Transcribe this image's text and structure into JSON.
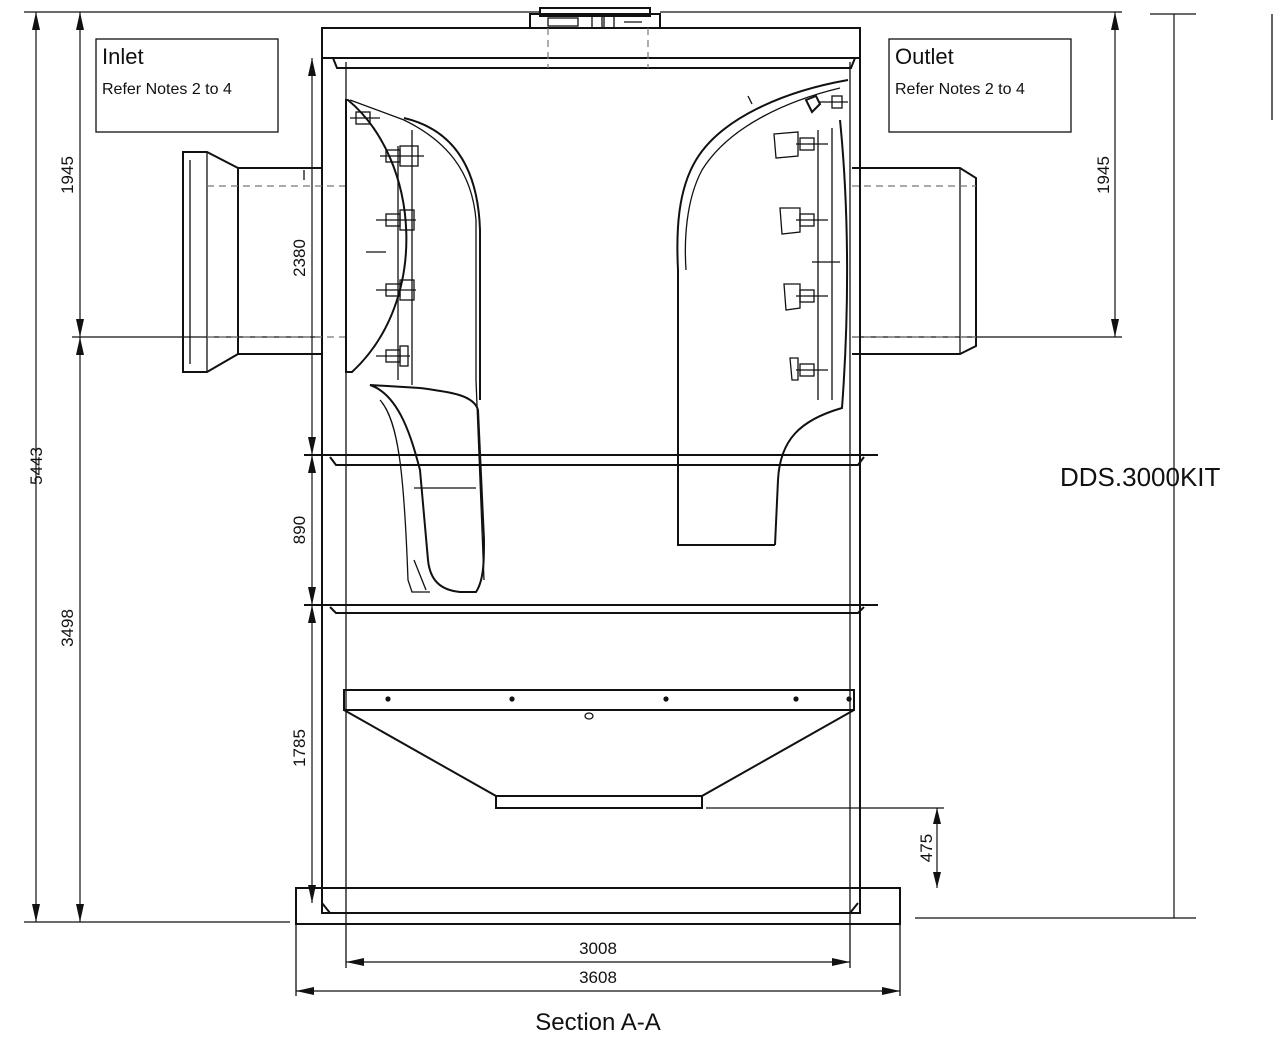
{
  "labels": {
    "inlet_title": "Inlet",
    "inlet_note": "Refer Notes 2 to 4",
    "outlet_title": "Outlet",
    "outlet_note": "Refer Notes 2 to 4",
    "model": "DDS.3000KIT",
    "caption": "Section A-A"
  },
  "dimensions": {
    "overall_height": "5443",
    "base_to_inlet": "3498",
    "inlet_from_top": "1945",
    "outlet_from_top": "1945",
    "upper_section": "2380",
    "middle_section": "890",
    "lower_section": "1785",
    "baffle_height": "475",
    "inner_width": "3008",
    "outer_width": "3608"
  }
}
